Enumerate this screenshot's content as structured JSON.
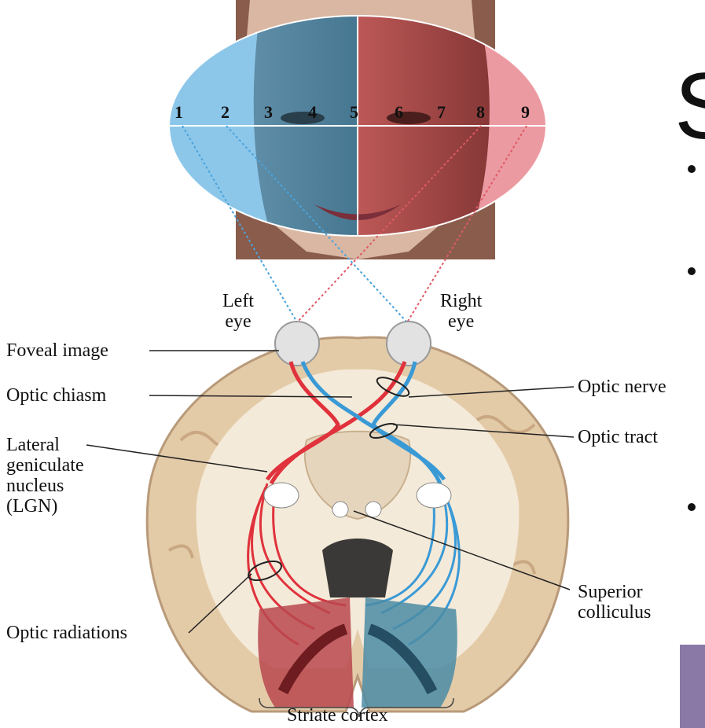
{
  "visual_field": {
    "numbers": [
      "1",
      "2",
      "3",
      "4",
      "5",
      "6",
      "7",
      "8",
      "9"
    ]
  },
  "labels": {
    "left_eye": "Left\neye",
    "right_eye": "Right\neye",
    "foveal_image": "Foveal image",
    "optic_chiasm": "Optic chiasm",
    "lgn": "Lateral\ngeniculate\nnucleus\n(LGN)",
    "optic_radiations": "Optic radiations",
    "optic_nerve": "Optic nerve",
    "optic_tract": "Optic tract",
    "superior_colliculus": "Superior\ncolliculus",
    "striate_cortex": "Striate cortex"
  },
  "slide": {
    "heading_fragment": "S"
  },
  "colors": {
    "left_field": "#7fc3e6",
    "right_field": "#e88a92",
    "brain_tissue": "#e9d3b6",
    "white_matter": "#f3e9d8",
    "red_path": "#e0323c",
    "blue_path": "#3a9ad6"
  }
}
